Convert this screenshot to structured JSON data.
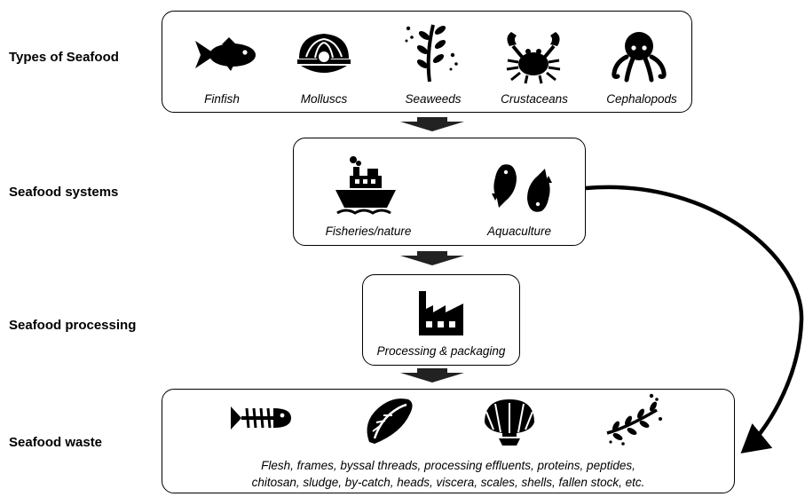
{
  "stages": {
    "types": "Types of Seafood",
    "systems": "Seafood systems",
    "processing": "Seafood processing",
    "waste": "Seafood waste"
  },
  "types_items": {
    "finfish": "Finfish",
    "molluscs": "Molluscs",
    "seaweeds": "Seaweeds",
    "crustaceans": "Crustaceans",
    "cephalopods": "Cephalopods"
  },
  "systems_items": {
    "fisheries": "Fisheries/nature",
    "aquaculture": "Aquaculture"
  },
  "processing_items": {
    "processing": "Processing & packaging"
  },
  "waste": {
    "line1": "Flesh, frames, byssal threads, processing effluents, proteins, peptides,",
    "line2": "chitosan, sludge, by-catch, heads, viscera, scales, shells, fallen stock, etc."
  },
  "icons": {
    "finfish": "fish-icon",
    "molluscs": "oyster-pearl-icon",
    "seaweeds": "seaweed-icon",
    "crustaceans": "crab-icon",
    "cephalopods": "octopus-icon",
    "fisheries": "ship-icon",
    "aquaculture": "koi-fish-icon",
    "processing": "factory-icon",
    "waste_fish": "fish-bone-icon",
    "waste_mussel": "mussel-icon",
    "waste_shell": "scallop-shell-icon",
    "waste_seaweed": "seaweed-icon"
  }
}
